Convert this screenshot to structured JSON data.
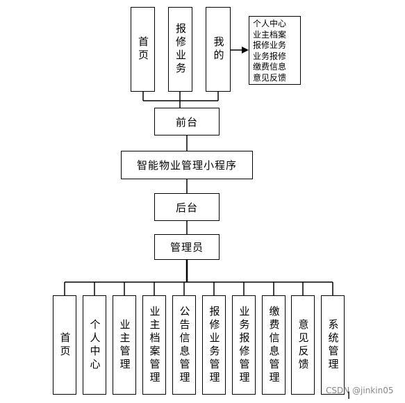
{
  "front_nav": [
    {
      "label": "首页"
    },
    {
      "label": "报修业务"
    },
    {
      "label": "我的"
    }
  ],
  "my_items": [
    "个人中心",
    "业主档案",
    "报修业务",
    "业务报修",
    "缴费信息",
    "意见反馈"
  ],
  "front_label": "前台",
  "app_label": "智能物业管理小程序",
  "back_label": "后台",
  "admin_label": "管理员",
  "admin_modules": [
    {
      "label": "首页"
    },
    {
      "label": "个人中心"
    },
    {
      "label": "业主管理"
    },
    {
      "label": "业主档案管理"
    },
    {
      "label": "公告信息管理"
    },
    {
      "label": "报修业务管理"
    },
    {
      "label": "业务报修管理"
    },
    {
      "label": "缴费信息管理"
    },
    {
      "label": "意见反馈"
    },
    {
      "label": "系统管理"
    }
  ],
  "watermark": "CSDN @jinkin05"
}
